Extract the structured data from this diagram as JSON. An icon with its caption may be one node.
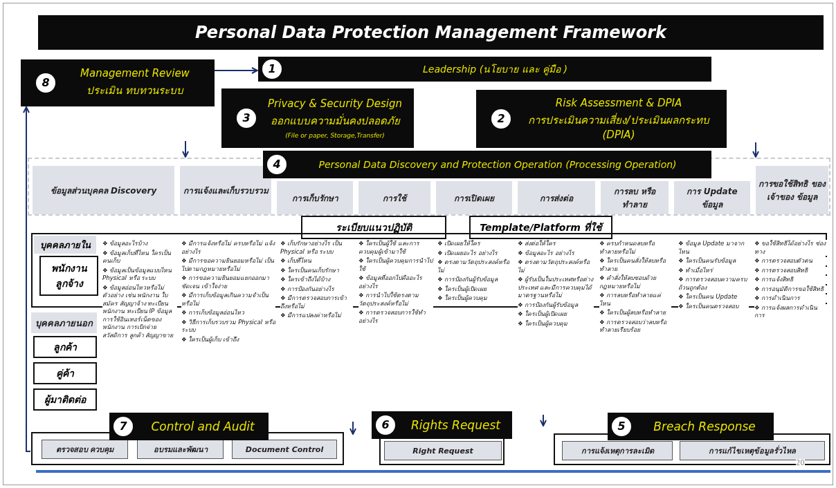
{
  "diagram": {
    "title": "Personal Data Protection Management Framework",
    "nodes": [
      {
        "text": [
          "8",
          "Management Review",
          "ประเมิน ทบทวนระบบ"
        ]
      },
      {
        "text": [
          "1",
          "Leadership (นโยบาย และ คู่มือ )"
        ]
      },
      {
        "text": [
          "3",
          "Privacy & Security Design",
          "ออกแบบความมั่นคงปลอดภัย",
          "(File or paper, Storage,Transfer)"
        ]
      },
      {
        "text": [
          "2",
          "Risk Assessment & DPIA",
          "การประเมินความเสี่ยง/ประเมินผลกระทบ (DPIA)"
        ]
      },
      {
        "text": [],
        "shape": "box"
      },
      {
        "text": [
          "4",
          "Personal Data Discovery and Protection Operation (Processing Operation)"
        ]
      },
      {
        "text": [
          "ข้อมูลส่วนบุคคล Discovery"
        ],
        "in": 4
      },
      {
        "text": [
          "การแจ้งและเก็บรวบรวม"
        ],
        "in": 4
      },
      {
        "text": [
          "การเก็บรักษา"
        ],
        "in": 4
      },
      {
        "text": [
          "การใช้"
        ],
        "in": 4
      },
      {
        "text": [
          "การเปิดเผย"
        ],
        "in": 4
      },
      {
        "text": [
          "การส่งต่อ"
        ],
        "in": 4
      },
      {
        "text": [
          "การลบ หรือ ทำลาย"
        ],
        "in": 4
      },
      {
        "text": [
          "การ Update ข้อมูล"
        ],
        "in": 4
      },
      {
        "text": [
          "การขอใช้สิทธิ ของเจ้าของ ข้อมูล"
        ],
        "in": 4
      },
      {
        "text": [
          "ระเบียบแนวปฏิบัติ"
        ]
      },
      {
        "text": [
          "Template/Platform ที่ใช้"
        ]
      },
      {
        "text": [
          "บุคคลภายใน"
        ]
      },
      {
        "text": [
          "พนักงาน ลูกจ้าง"
        ],
        "in": 17
      },
      {
        "text": [
          "บุคคลภายนอก"
        ]
      },
      {
        "text": [
          "ลูกค้า"
        ]
      },
      {
        "text": [
          "คู่ค้า"
        ]
      },
      {
        "text": [
          "ผู้มาติดต่อ"
        ]
      },
      {
        "text": [
          "7",
          "Control and Audit"
        ]
      },
      {
        "text": [
          "ตรวจสอบ ควบคุม"
        ],
        "in": 23
      },
      {
        "text": [
          "อบรมและพัฒนา"
        ],
        "in": 23
      },
      {
        "text": [
          "Document Control"
        ],
        "in": 23
      },
      {
        "text": [
          "6",
          "Rights Request"
        ]
      },
      {
        "text": [
          "Right Request"
        ],
        "in": 27
      },
      {
        "text": [
          "5",
          "Breach Response"
        ]
      },
      {
        "text": [
          "การแจ้งเหตุการละเมิด"
        ],
        "in": 29
      },
      {
        "text": [
          "การแก้ไขเหตุข้อมูลรั่วไหล"
        ],
        "in": 29
      }
    ],
    "edges": [
      {
        "from": 0,
        "to": 1,
        "arrow": "to"
      },
      {
        "from": 23,
        "to": 0,
        "arrow": "to"
      },
      {
        "from": null,
        "to": 4,
        "arrow": "to"
      },
      {
        "from": null,
        "to": 4,
        "arrow": "to"
      }
    ],
    "labels": [
      "❖ ข้อมูลอะไรบ้าง",
      "❖ ข้อมูลเก็บที่ไหน ใครเป็นคนเก็บ",
      "❖ ข้อมูลเป็นข้อมูลแบบไหน Physical หรือ ระบบ",
      "❖ ข้อมูลอ่อนไหวหรือไม่ ตัวอย่าง เช่น พนักงาน ใบสมัคร สัญญาจ้าง ทะเบียนพนักงาน ทะเบียน IP ข้อมูลการใช้อินเทอร์เน็ตของพนักงาน การเบิกจ่ายสวัสดิการ ลูกค้า สัญญาขาย",
      "❖ มีการแจ้งหรือไม่ ครบหรือไม่ แจ้งอย่างไร",
      "❖ มีการขอความยินยอมหรือไม่ เป็นไปตามกฎหมายหรือไม่",
      "❖ การขอความยินยอมแยกออกมาชัดเจน เข้าใจง่าย",
      "❖ มีการเก็บข้อมูลเกินความจำเป็นหรือไม่",
      "❖ การเก็บข้อมูลอ่อนไหว",
      "❖ วิธีการเก็บรวบรวม Physical หรือ ระบบ",
      "❖ ใครเป็นผู้เก็บ เข้าถึง",
      "❖ เก็บรักษาอย่างไร เป็น Physical หรือ ระบบ",
      "❖ เก็บที่ไหน",
      "❖ ใครเป็นคนเก็บรักษา",
      "❖ ใครเข้าถึงได้บ้าง",
      "❖ การป้องกันอย่างไร",
      "❖ มีการตรวจสอบการเข้าถึงหรือไม่",
      "❖ มีการแปลงค่าหรือไม่",
      "❖ ใครเป็นผู้ใช้ และการควบคุมผู้เข้ามาใช้",
      "❖ ใครเป็นผู้ควบคุมการนำไปใช้",
      "❖ ข้อมูลที่ออกไปคืออะไร อย่างไร",
      "❖ การนำไปใช้ตรงตามวัตถุประสงค์หรือไม่",
      "❖ การตรวจสอบการใช้ทำอย่างไร",
      "❖ เปิดเผยให้ใคร",
      "❖ เปิดเผยอะไร อย่างไร",
      "❖ ตรงตามวัตถุประสงค์หรือไม่",
      "❖ การป้องกันผู้รับข้อมูล",
      "❖ ใครเป็นผู้เปิดเผย",
      "❖ ใครเป็นผู้ควบคุม",
      "❖ ส่งต่อให้ใคร",
      "❖ ข้อมูลอะไร อย่างไร",
      "❖ ตรงตามวัตถุประสงค์หรือไม่",
      "❖ ผู้รับเป็นในประเทศหรือต่างประเทศ และมีการควบคุมได้มาตรฐานหรือไม่",
      "❖ การป้องกันผู้รับข้อมูล",
      "❖ ใครเป็นผู้เปิดเผย",
      "❖ ใครเป็นผู้ควบคุม",
      "❖ ครบกำหนดลบหรือทำลายหรือไม่",
      "❖ ใครเป็นคนสั่งให้ลบหรือทำลาย",
      "❖ คำสั่งให้ลบชอบด้วยกฎหมายหรือไม่",
      "❖ การลบหรือทำลายแค่ไหน",
      "❖ ใครเป็นผู้ลบหรือทำลาย",
      "❖ การตรวจสอบว่าลบหรือทำลายเรียบร้อย",
      "❖ ข้อมูล Update มาจากไหน",
      "❖ ใครเป็นคนรับข้อมูล",
      "❖ ทำเมื่อไหร่",
      "❖ การตรวจสอบความครบถ้วนถูกต้อง",
      "❖ ใครเป็นคน Update",
      "❖ ใครเป็นคนตรวจสอบ",
      "❖ ขอใช้สิทธิได้อย่างไร ช่องทาง",
      "❖ การตรวจสอบตัวตน",
      "❖ การตรวจสอบสิทธิ",
      "❖ การแจ้งสิทธิ",
      "❖ การอนุมัติการขอใช้สิทธิ",
      "❖ การดำเนินการ",
      "❖ การแจ้งผลการดำเนินการ",
      "20"
    ]
  }
}
